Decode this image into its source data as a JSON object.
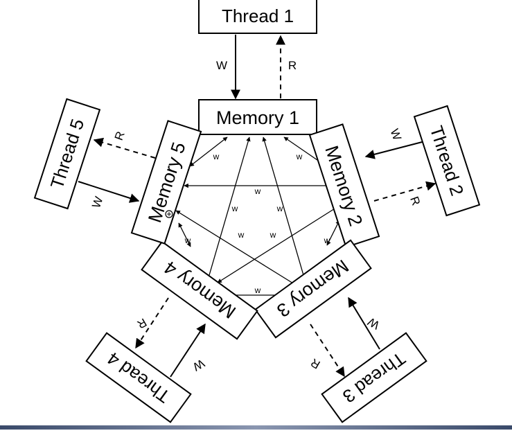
{
  "memories": [
    {
      "id": "m1",
      "label": "Memory 1"
    },
    {
      "id": "m2",
      "label": "Memory 2"
    },
    {
      "id": "m3",
      "label": "Memory 3"
    },
    {
      "id": "m4",
      "label": "Memory 4"
    },
    {
      "id": "m5",
      "label": "Memory 5"
    }
  ],
  "threads": [
    {
      "id": "t1",
      "label": "Thread 1"
    },
    {
      "id": "t2",
      "label": "Thread 2"
    },
    {
      "id": "t3",
      "label": "Thread 3"
    },
    {
      "id": "t4",
      "label": "Thread 4"
    },
    {
      "id": "t5",
      "label": "Thread 5"
    }
  ],
  "edge_labels": {
    "write": "W",
    "read": "R",
    "internal_write": "w"
  }
}
